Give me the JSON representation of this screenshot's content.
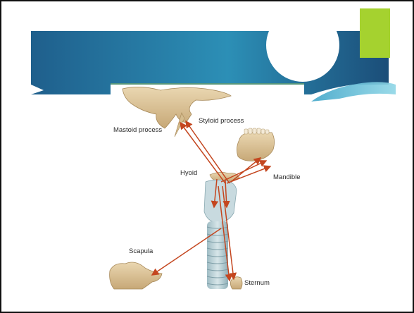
{
  "slide": {
    "background": "#ffffff",
    "banner_colors": {
      "dark": "#1d4f7a",
      "mid": "#2a86ad",
      "light": "#66c3d8",
      "accent_green": "#a5d22f"
    }
  },
  "diagram": {
    "arrow_color": "#c4461f",
    "bone_color": "#d9c29a",
    "cartilage_color": "#bcd3d8",
    "labels": {
      "mastoid": "Mastoid process",
      "styloid": "Styloid process",
      "hyoid": "Hyoid",
      "mandible": "Mandible",
      "scapula": "Scapula",
      "sternum": "Sternum"
    }
  }
}
